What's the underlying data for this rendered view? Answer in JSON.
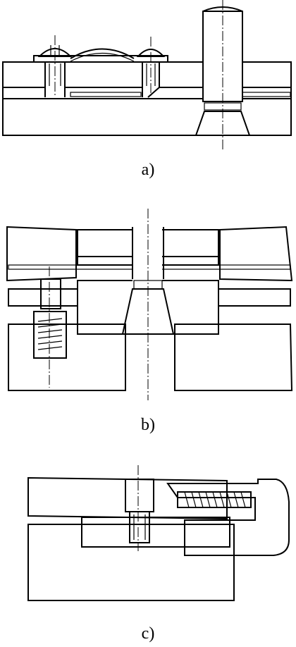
{
  "figure": {
    "captions": {
      "a": "a)",
      "b": "b)",
      "c": "c)"
    },
    "colors": {
      "line": "#000000",
      "background": "#ffffff"
    }
  }
}
